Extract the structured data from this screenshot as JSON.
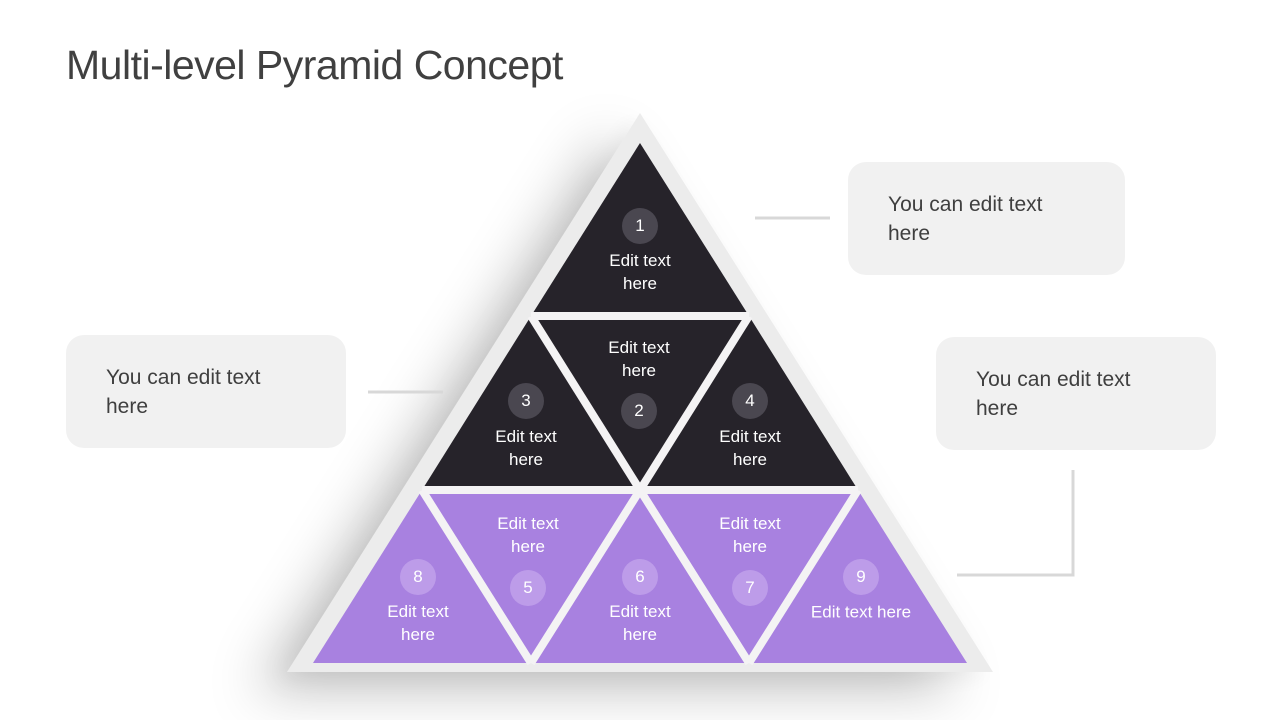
{
  "title": "Multi-level Pyramid Concept",
  "theme": {
    "background": "#ffffff",
    "title_color": "#404040",
    "dark_segment": "#26232a",
    "dark_badge": "#4a4750",
    "purple_segment": "#a881e0",
    "purple_badge": "#bd9ce9",
    "segment_text": "#ffffff",
    "pyramid_rim": "#ececec",
    "gap_fill": "#f4f3f4",
    "callout_bg": "#f1f1f1",
    "callout_text": "#3f3f3f",
    "connector": "#d8d8d8"
  },
  "pyramid": {
    "levels": 3,
    "segments": [
      {
        "number": "1",
        "lines": [
          "Edit text",
          "here"
        ],
        "color": "dark",
        "orientation": "up"
      },
      {
        "number": "2",
        "lines": [
          "Edit text",
          "here"
        ],
        "color": "dark",
        "orientation": "down"
      },
      {
        "number": "3",
        "lines": [
          "Edit text",
          "here"
        ],
        "color": "dark",
        "orientation": "up"
      },
      {
        "number": "4",
        "lines": [
          "Edit text",
          "here"
        ],
        "color": "dark",
        "orientation": "up"
      },
      {
        "number": "5",
        "lines": [
          "Edit text",
          "here"
        ],
        "color": "purple",
        "orientation": "down"
      },
      {
        "number": "6",
        "lines": [
          "Edit text",
          "here"
        ],
        "color": "purple",
        "orientation": "up"
      },
      {
        "number": "7",
        "lines": [
          "Edit text",
          "here"
        ],
        "color": "purple",
        "orientation": "down"
      },
      {
        "number": "8",
        "lines": [
          "Edit text",
          "here"
        ],
        "color": "purple",
        "orientation": "up"
      },
      {
        "number": "9",
        "lines": [
          "Edit text here"
        ],
        "color": "purple",
        "orientation": "up"
      }
    ]
  },
  "callouts": [
    {
      "position": "top-right",
      "text": "You can edit text here"
    },
    {
      "position": "middle-left",
      "text": "You can edit text here"
    },
    {
      "position": "middle-right",
      "text": "You can edit text here"
    }
  ]
}
